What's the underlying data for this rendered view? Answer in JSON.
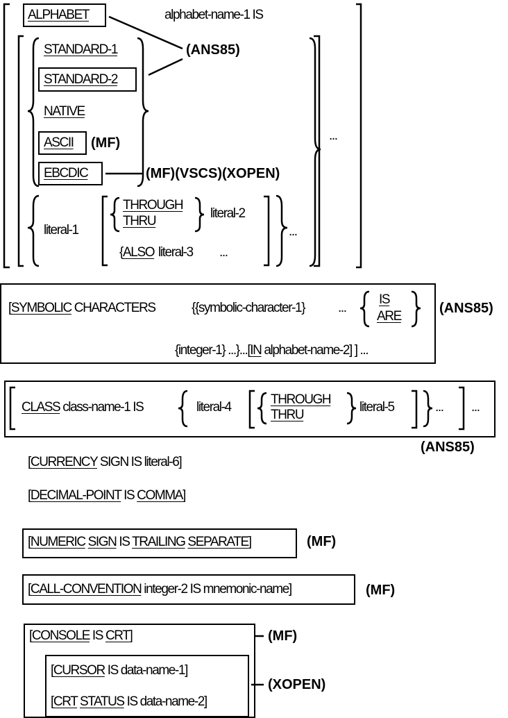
{
  "alphabet": {
    "alphabet_kw": "ALPHABET",
    "alphabet_name_is": "alphabet-name-1 IS",
    "standard_1": "STANDARD-1",
    "standard_2": "STANDARD-2",
    "native": "NATIVE",
    "ascii": "ASCII",
    "ebcdic": "EBCDIC",
    "literal_1": "literal-1",
    "through": "THROUGH",
    "thru": "THRU",
    "literal_2": "literal-2",
    "also": "ALSO",
    "literal_3": "literal-3",
    "ellipsis": "...",
    "ellipsis_outer": "...",
    "ellipsis_lit": "...",
    "ellipsis_also": "..."
  },
  "tags": {
    "ans85_a": "(ANS85)",
    "mf_ascii": "(MF)",
    "ebcdic_tags": "(MF)(VSCS)(XOPEN)",
    "ans85_sym": "(ANS85)",
    "ans85_class": "(ANS85)",
    "mf_numeric": "(MF)",
    "mf_call": "(MF)",
    "mf_console": "(MF)",
    "xopen_cursor": "(XOPEN)"
  },
  "symbolic": {
    "open": "[",
    "kw": "SYMBOLIC",
    "characters": " CHARACTERS",
    "sym_char": "{{symbolic-character-1}",
    "ellipsis": "...",
    "is": "IS",
    "are": "ARE",
    "integer": "{integer-1}",
    "ellipsis2": "...}...[",
    "in_kw": "IN",
    "alpha2": " alphabet-name-2] ] ..."
  },
  "class": {
    "kw": "CLASS",
    "name_is": " class-name-1 IS",
    "literal_4": "literal-4",
    "through": "THROUGH",
    "thru": "THRU",
    "literal_5": "literal-5",
    "ellipsis": "...",
    "ellipsis2": "..."
  },
  "currency": {
    "open": "[",
    "kw": "CURRENCY",
    "rest": " SIGN IS literal-6]"
  },
  "decimal": {
    "open": "[",
    "kw": "DECIMAL-POINT",
    "is": " IS ",
    "comma": "COMMA",
    "close": "]"
  },
  "numeric": {
    "open": "[",
    "kw": "NUMERIC",
    "sp": " ",
    "sign": "SIGN",
    "is": " IS ",
    "trailing": "TRAILING",
    "sp2": " ",
    "separate": "SEPARATE",
    "close": "]"
  },
  "call": {
    "open": "[",
    "kw": "CALL-CONVENTION",
    "rest": " integer-2 IS mnemonic-name]"
  },
  "console": {
    "open": "[",
    "kw": "CONSOLE",
    "is": " IS ",
    "crt": "CRT",
    "close": "]"
  },
  "cursor": {
    "open": "[",
    "kw": "CURSOR",
    "rest": " IS data-name-1]"
  },
  "crt_status": {
    "open": "[",
    "kw1": "CRT",
    "sp": " ",
    "kw2": "STATUS",
    "rest": " IS data-name-2]"
  }
}
